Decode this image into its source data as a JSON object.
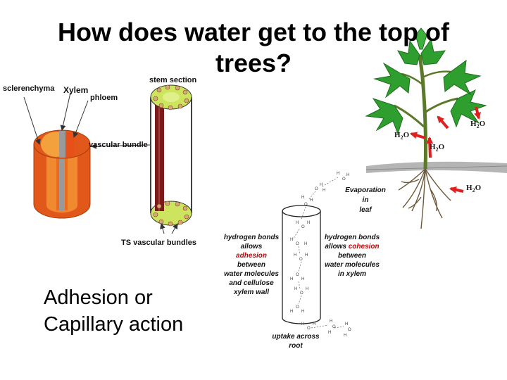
{
  "slide": {
    "title_line1": "How does water get to the top of",
    "title_line2": "trees?",
    "subtitle_line1": "Adhesion or",
    "subtitle_line2": "Capillary action"
  },
  "stem_diagram": {
    "labels": {
      "sclerenchyma": "sclerenchyma",
      "xylem": "Xylem",
      "phloem": "phloem",
      "stem_section": "stem section",
      "vascular_bundle": "vascular bundle",
      "ts_vascular_bundles": "TS vascular bundles"
    },
    "colors": {
      "outer": "#e2581b",
      "middle": "#f2a13d",
      "xylem": "#9a9a9a",
      "inner": "#ec6b1f",
      "section": "#cde45f",
      "bundle": "#d4a87a",
      "core": "#7a1a1a"
    }
  },
  "xylem_diagram": {
    "evaporation": [
      "Evaporation",
      "in",
      "leaf"
    ],
    "hydrogen_adhesion": [
      "hydrogen bonds",
      "allows",
      "adhesion",
      "between",
      "water molecules",
      "and cellulose",
      "xylem wall"
    ],
    "hydrogen_cohesion": [
      "hydrogen bonds",
      "allows",
      "cohesion",
      "between",
      "water molecules",
      "in xylem"
    ],
    "uptake": [
      "uptake across",
      "root"
    ],
    "highlight_color": "#cc0000"
  },
  "plant_diagram": {
    "h2o_labels": [
      "H",
      "2",
      "O"
    ],
    "colors": {
      "leaf": "#2e9e2e",
      "leaf_dark": "#1d6e1d",
      "soil": "#b5b5b5",
      "arrow": "#e02020"
    }
  }
}
